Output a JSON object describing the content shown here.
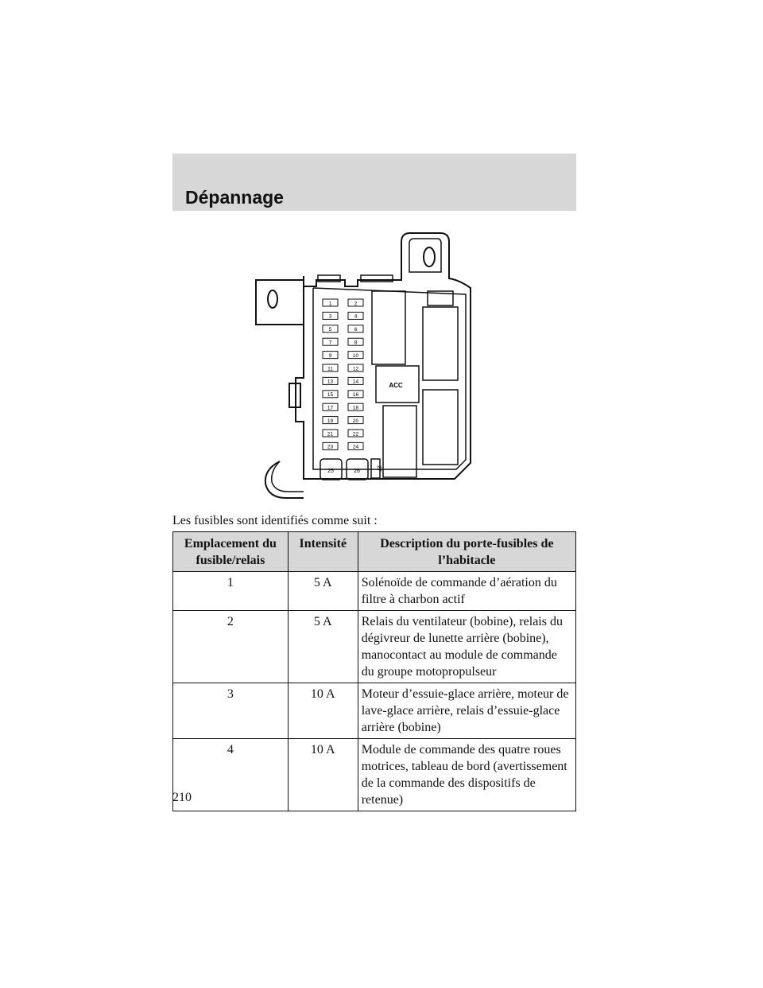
{
  "header": {
    "title": "Dépannage"
  },
  "diagram": {
    "fuse_labels": [
      "1",
      "2",
      "3",
      "4",
      "5",
      "6",
      "7",
      "8",
      "9",
      "10",
      "11",
      "12",
      "13",
      "14",
      "15",
      "16",
      "17",
      "18",
      "19",
      "20",
      "21",
      "22",
      "23",
      "24"
    ],
    "large_fuse_labels": [
      "25",
      "26"
    ],
    "vertical_fuse_label": "27",
    "relay_label": "ACC"
  },
  "intro": "Les fusibles sont identifiés comme suit :",
  "table": {
    "headers": [
      "Emplacement du fusible/relais",
      "Intensité",
      "Description du porte-fusibles de l’habitacle"
    ],
    "rows": [
      [
        "1",
        "5 A",
        "Solénoïde de commande d’aération du filtre à charbon actif"
      ],
      [
        "2",
        "5 A",
        "Relais du ventilateur (bobine), relais du dégivreur de lunette arrière (bobine), manocontact au module de commande du groupe motopropulseur"
      ],
      [
        "3",
        "10 A",
        "Moteur d’essuie-glace arrière, moteur de lave-glace arrière, relais d’essuie-glace arrière (bobine)"
      ],
      [
        "4",
        "10 A",
        "Module de commande des quatre roues motrices, tableau de bord (avertissement de la commande des dispositifs de retenue)"
      ]
    ]
  },
  "page_number": "210"
}
